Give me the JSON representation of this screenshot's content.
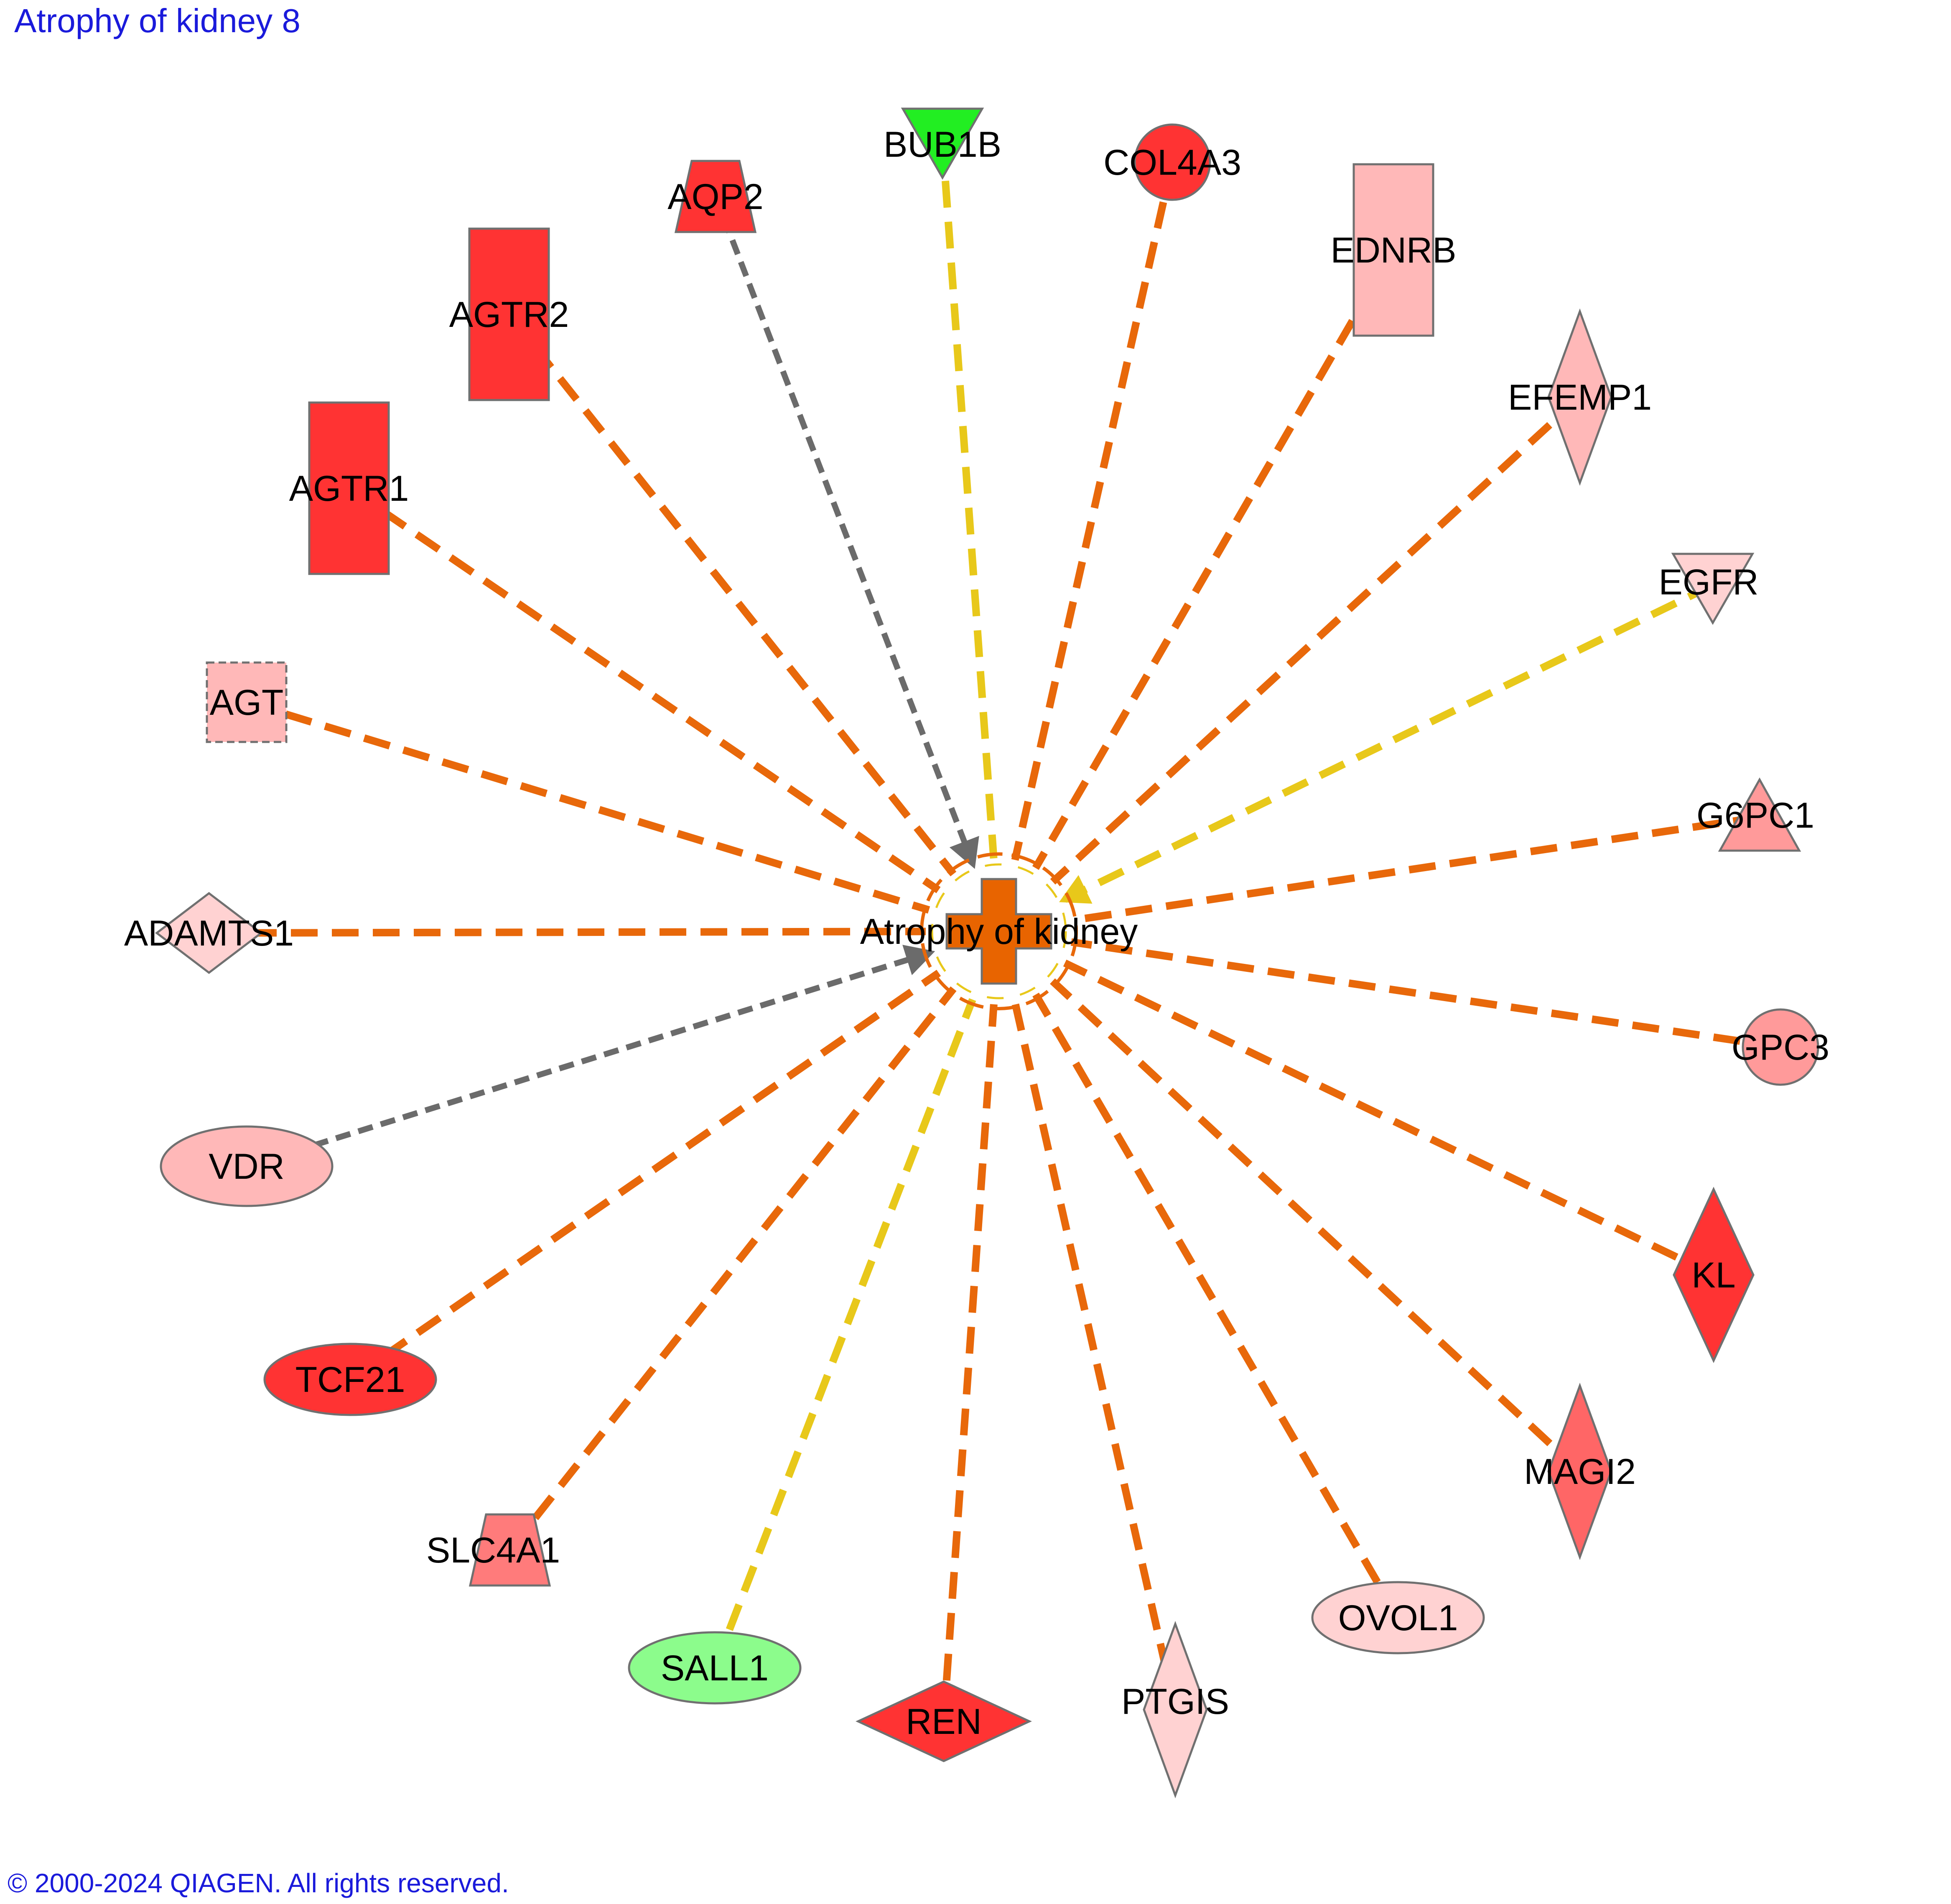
{
  "title": "Atrophy of kidney 8",
  "copyright": "© 2000-2024 QIAGEN. All rights reserved.",
  "colors": {
    "edge_causal": "#e8680a",
    "edge_yellow": "#e8c81a",
    "edge_gray": "#6b6b6b",
    "node_stroke": "#707070",
    "red_strong": "#ff3333",
    "red_medium": "#ff6666",
    "red_light": "#ff9a9a",
    "pink": "#ffb8b8",
    "pink_pale": "#ffd2d2",
    "green_bright": "#22ee22",
    "green_light": "#8cfc8c",
    "center_fill": "#e86400"
  },
  "center": {
    "label": "Atrophy of kidney",
    "shape": "cross-function"
  },
  "nodes": [
    {
      "id": "BUB1B",
      "label": "BUB1B",
      "shape": "triangle-down",
      "fill": "#22ee22",
      "edge": "yellow",
      "arrow": false
    },
    {
      "id": "COL4A3",
      "label": "COL4A3",
      "shape": "circle",
      "fill": "#ff3333",
      "edge": "orange",
      "arrow": false
    },
    {
      "id": "AQP2",
      "label": "AQP2",
      "shape": "trapezoid",
      "fill": "#ff3333",
      "edge": "gray",
      "arrow": true
    },
    {
      "id": "AGTR2",
      "label": "AGTR2",
      "shape": "rect-tall",
      "fill": "#ff3333",
      "edge": "orange",
      "arrow": false
    },
    {
      "id": "EDNRB",
      "label": "EDNRB",
      "shape": "rect-tall",
      "fill": "#ffb8b8",
      "edge": "orange",
      "arrow": false
    },
    {
      "id": "EFEMP1",
      "label": "EFEMP1",
      "shape": "diamond-tall",
      "fill": "#ffb8b8",
      "edge": "orange",
      "arrow": false
    },
    {
      "id": "AGTR1",
      "label": "AGTR1",
      "shape": "rect-tall",
      "fill": "#ff3333",
      "edge": "orange",
      "arrow": false
    },
    {
      "id": "EGFR",
      "label": "EGFR",
      "shape": "triangle-down",
      "fill": "#ffd2d2",
      "edge": "yellow",
      "arrow": true
    },
    {
      "id": "AGT",
      "label": "AGT",
      "shape": "square-dashed",
      "fill": "#ffb8b8",
      "edge": "orange",
      "arrow": false
    },
    {
      "id": "G6PC1",
      "label": "G6PC1",
      "shape": "triangle-up",
      "fill": "#ff9a9a",
      "edge": "orange",
      "arrow": false
    },
    {
      "id": "ADAMTS1",
      "label": "ADAMTS1",
      "shape": "diamond-wide",
      "fill": "#ffd2d2",
      "edge": "orange",
      "arrow": false
    },
    {
      "id": "GPC3",
      "label": "GPC3",
      "shape": "circle",
      "fill": "#ff9a9a",
      "edge": "orange",
      "arrow": false
    },
    {
      "id": "VDR",
      "label": "VDR",
      "shape": "ellipse",
      "fill": "#ffb8b8",
      "edge": "gray",
      "arrow": true
    },
    {
      "id": "KL",
      "label": "KL",
      "shape": "diamond-tall",
      "fill": "#ff3333",
      "edge": "orange",
      "arrow": false
    },
    {
      "id": "TCF21",
      "label": "TCF21",
      "shape": "ellipse",
      "fill": "#ff3333",
      "edge": "orange",
      "arrow": false
    },
    {
      "id": "MAGI2",
      "label": "MAGI2",
      "shape": "diamond-tall",
      "fill": "#ff6666",
      "edge": "orange",
      "arrow": false
    },
    {
      "id": "SLC4A1",
      "label": "SLC4A1",
      "shape": "trapezoid",
      "fill": "#ff7b7b",
      "edge": "orange",
      "arrow": false
    },
    {
      "id": "OVOL1",
      "label": "OVOL1",
      "shape": "ellipse",
      "fill": "#ffd2d2",
      "edge": "orange",
      "arrow": false
    },
    {
      "id": "SALL1",
      "label": "SALL1",
      "shape": "ellipse",
      "fill": "#8cfc8c",
      "edge": "yellow",
      "arrow": false
    },
    {
      "id": "PTGIS",
      "label": "PTGIS",
      "shape": "diamond-tall",
      "fill": "#ffd2d2",
      "edge": "orange",
      "arrow": false
    },
    {
      "id": "REN",
      "label": "REN",
      "shape": "diamond-wide",
      "fill": "#ff3333",
      "edge": "orange",
      "arrow": false
    }
  ]
}
